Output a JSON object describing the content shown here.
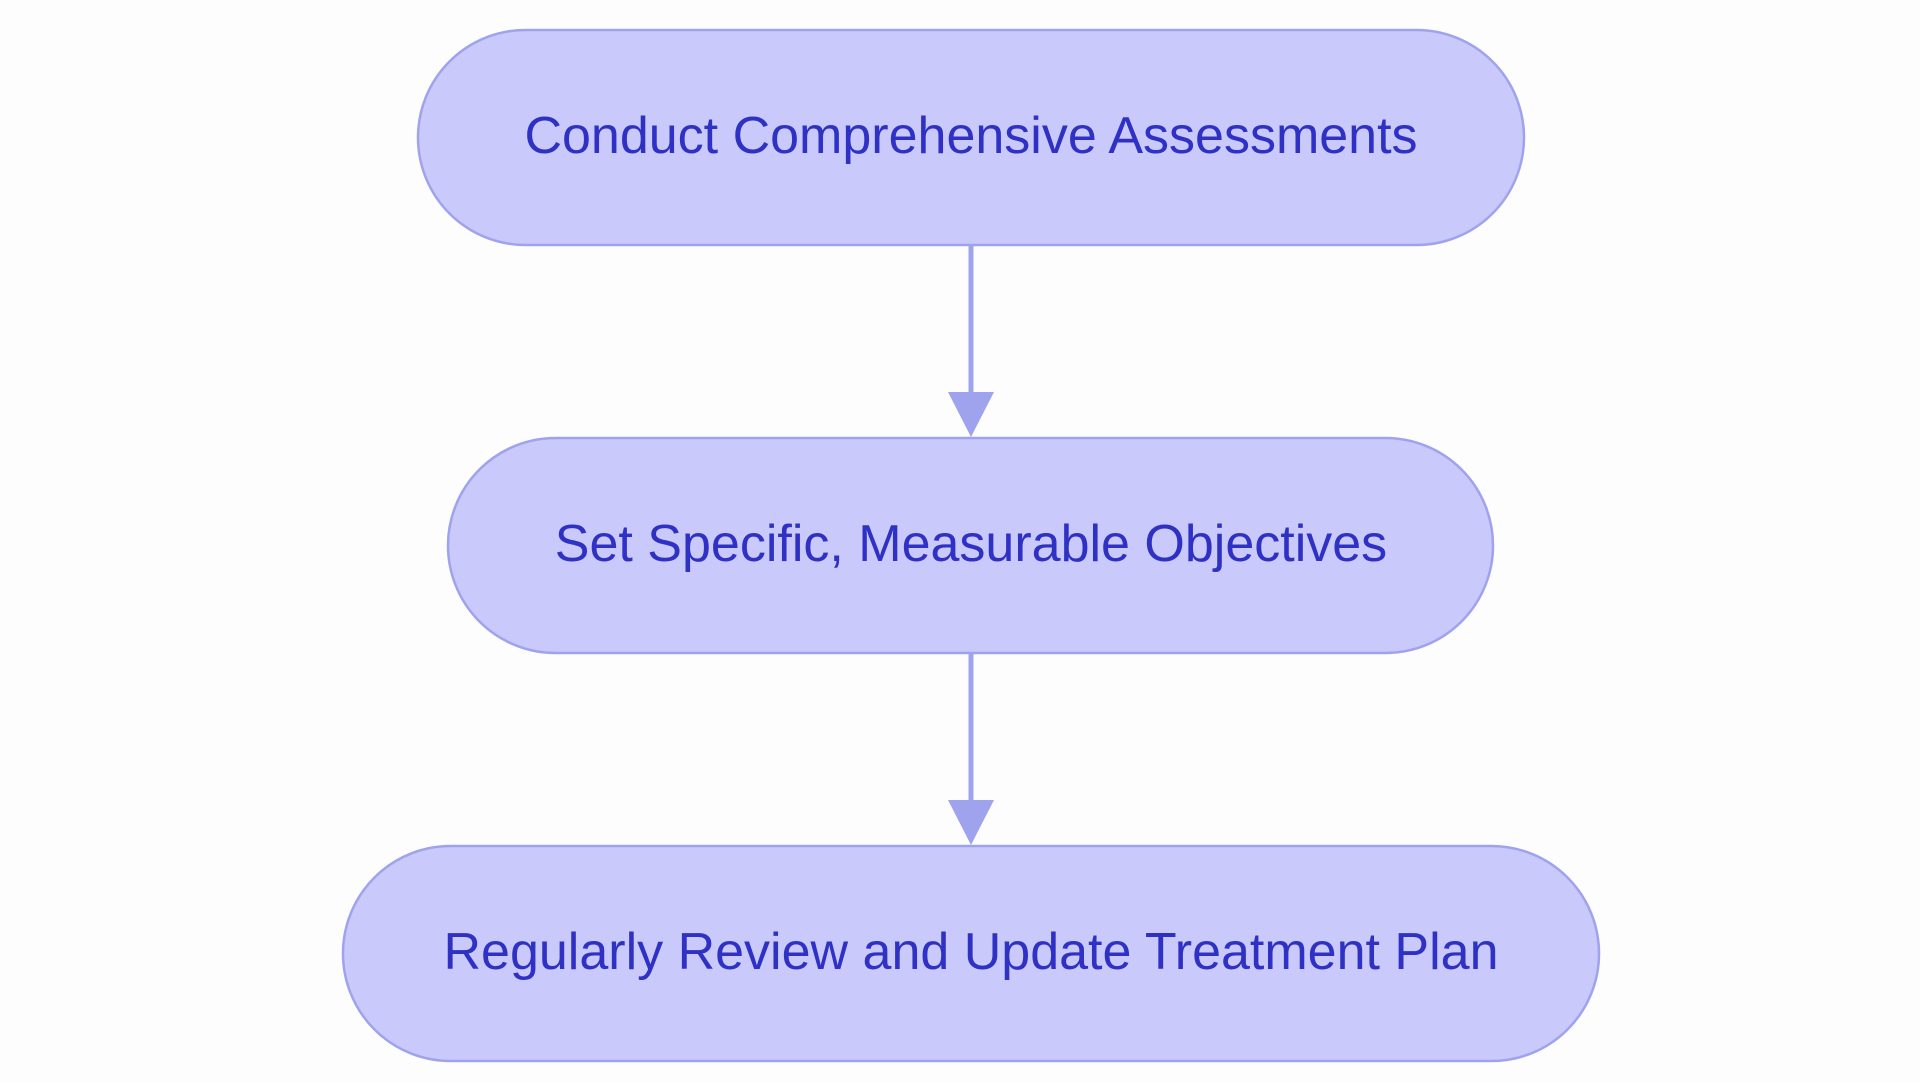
{
  "colors": {
    "node_fill": "#c9c9fb",
    "node_stroke": "#9fa3ee",
    "text": "#2f31c4",
    "edge": "#9fa3ee",
    "background": "#fdfdfd"
  },
  "nodes": [
    {
      "id": "n1",
      "label": "Conduct Comprehensive Assessments"
    },
    {
      "id": "n2",
      "label": "Set Specific, Measurable Objectives"
    },
    {
      "id": "n3",
      "label": "Regularly Review and Update Treatment Plan"
    }
  ],
  "edges": [
    {
      "from": "n1",
      "to": "n2"
    },
    {
      "from": "n2",
      "to": "n3"
    }
  ]
}
